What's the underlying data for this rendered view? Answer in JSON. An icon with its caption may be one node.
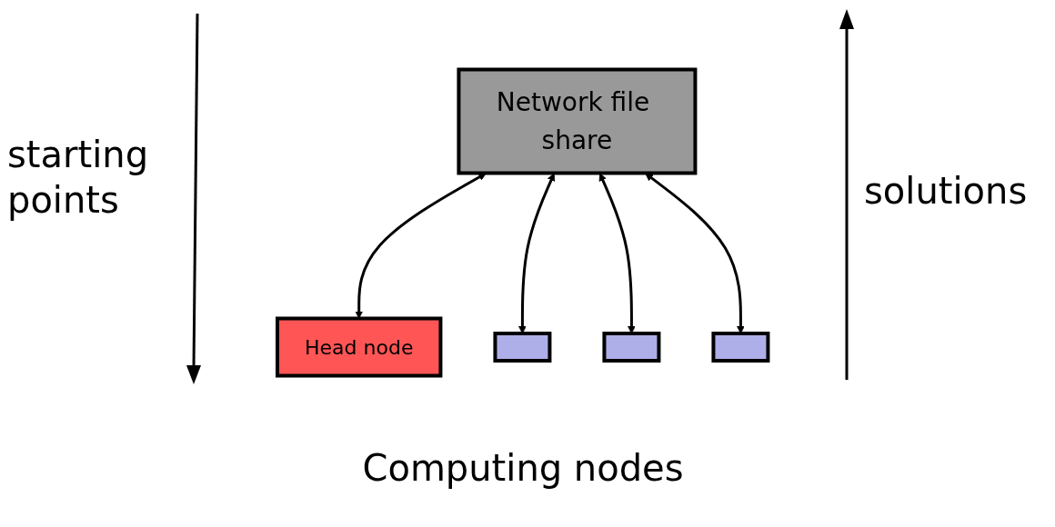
{
  "diagram": {
    "nodes": [
      {
        "text": [
          "Network file share"
        ]
      },
      {
        "text": [
          "Head node"
        ]
      },
      {
        "text": [],
        "shape": "box"
      },
      {
        "text": [],
        "shape": "box"
      },
      {
        "text": [],
        "shape": "box"
      }
    ],
    "edges": [
      {
        "from": 0,
        "to": 1,
        "arrow": "both"
      },
      {
        "from": 0,
        "to": 2,
        "arrow": "both"
      },
      {
        "from": 0,
        "to": 3,
        "arrow": "both"
      },
      {
        "from": 0,
        "to": 4,
        "arrow": "both"
      }
    ],
    "labels": [
      "starting points",
      "solutions",
      "Computing nodes"
    ]
  }
}
